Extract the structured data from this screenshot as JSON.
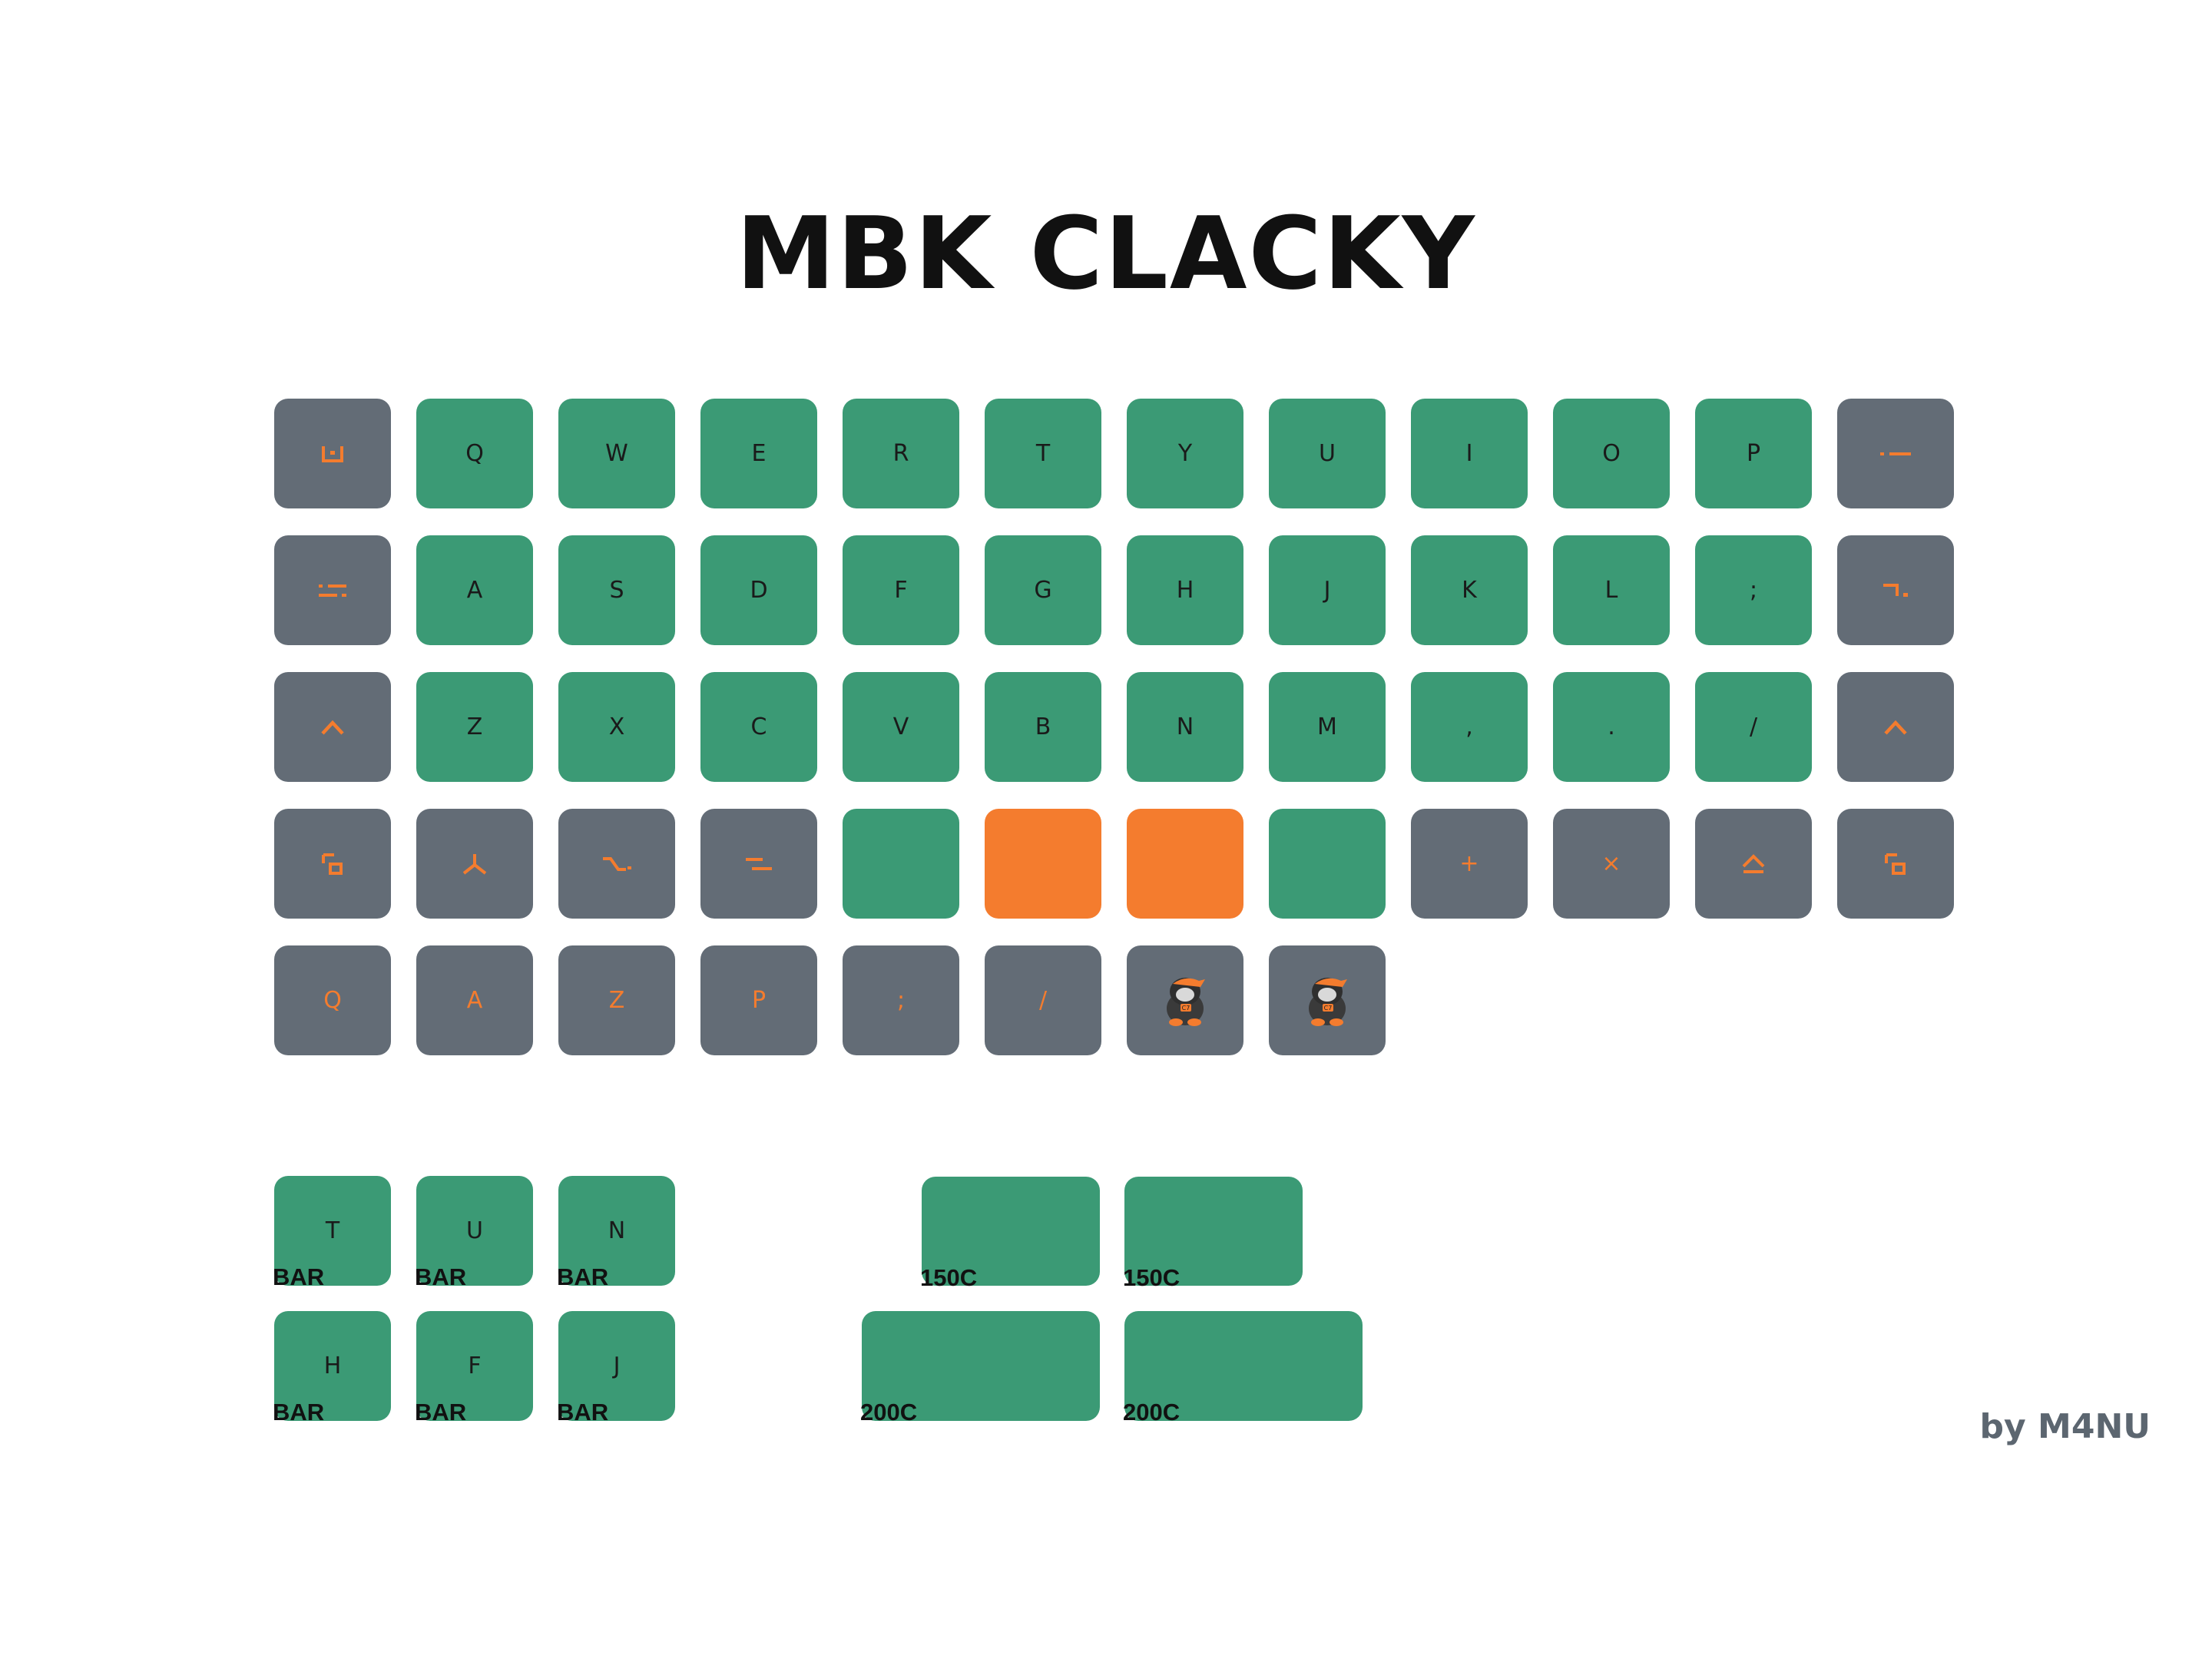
{
  "title": "MBK CLACKY",
  "author": "by M4NU",
  "colors": {
    "green": "#3b9a75",
    "gray": "#636c76",
    "orange": "#f47c2e",
    "legend_dark": "#1a1a1a"
  },
  "rows": [
    [
      {
        "label": "",
        "icon": "bracket-u-icon",
        "color": "gray"
      },
      {
        "label": "Q",
        "color": "green"
      },
      {
        "label": "W",
        "color": "green"
      },
      {
        "label": "E",
        "color": "green"
      },
      {
        "label": "R",
        "color": "green"
      },
      {
        "label": "T",
        "color": "green"
      },
      {
        "label": "Y",
        "color": "green"
      },
      {
        "label": "U",
        "color": "green"
      },
      {
        "label": "I",
        "color": "green"
      },
      {
        "label": "O",
        "color": "green"
      },
      {
        "label": "P",
        "color": "green"
      },
      {
        "label": "",
        "icon": "dot-dash-icon",
        "color": "gray"
      }
    ],
    [
      {
        "label": "",
        "icon": "lines-icon",
        "color": "gray"
      },
      {
        "label": "A",
        "color": "green"
      },
      {
        "label": "S",
        "color": "green"
      },
      {
        "label": "D",
        "color": "green"
      },
      {
        "label": "F",
        "color": "green"
      },
      {
        "label": "G",
        "color": "green"
      },
      {
        "label": "H",
        "color": "green"
      },
      {
        "label": "J",
        "color": "green"
      },
      {
        "label": "K",
        "color": "green"
      },
      {
        "label": "L",
        "color": "green"
      },
      {
        "label": ";",
        "color": "green"
      },
      {
        "label": "",
        "icon": "enter-icon",
        "color": "gray"
      }
    ],
    [
      {
        "label": "",
        "icon": "caret-up-icon",
        "color": "gray"
      },
      {
        "label": "Z",
        "color": "green"
      },
      {
        "label": "X",
        "color": "green"
      },
      {
        "label": "C",
        "color": "green"
      },
      {
        "label": "V",
        "color": "green"
      },
      {
        "label": "B",
        "color": "green"
      },
      {
        "label": "N",
        "color": "green"
      },
      {
        "label": "M",
        "color": "green"
      },
      {
        "label": ",",
        "color": "green"
      },
      {
        "label": ".",
        "color": "green"
      },
      {
        "label": "/",
        "color": "green"
      },
      {
        "label": "",
        "icon": "caret-up-icon",
        "color": "gray"
      }
    ],
    [
      {
        "label": "",
        "icon": "corner-icon",
        "color": "gray"
      },
      {
        "label": "",
        "icon": "tri-branch-icon",
        "color": "gray"
      },
      {
        "label": "",
        "icon": "alt-icon",
        "color": "gray"
      },
      {
        "label": "",
        "icon": "equals-icon",
        "color": "gray"
      },
      {
        "label": "",
        "color": "green"
      },
      {
        "label": "",
        "color": "orange"
      },
      {
        "label": "",
        "color": "orange"
      },
      {
        "label": "",
        "color": "green"
      },
      {
        "label": "+",
        "color": "gray"
      },
      {
        "label": "×",
        "color": "gray"
      },
      {
        "label": "",
        "icon": "eject-icon",
        "color": "gray"
      },
      {
        "label": "",
        "icon": "corner-icon",
        "color": "gray"
      }
    ],
    [
      {
        "label": "Q",
        "color": "gray"
      },
      {
        "label": "A",
        "color": "gray"
      },
      {
        "label": "Z",
        "color": "gray"
      },
      {
        "label": "P",
        "color": "gray"
      },
      {
        "label": ";",
        "color": "gray"
      },
      {
        "label": "/",
        "color": "gray"
      },
      {
        "label": "",
        "icon": "penguin-mascot-icon",
        "color": "gray"
      },
      {
        "label": "",
        "icon": "penguin-mascot-icon",
        "color": "gray"
      }
    ]
  ],
  "extras": [
    {
      "label": "T",
      "sub": "BAR"
    },
    {
      "label": "U",
      "sub": "BAR"
    },
    {
      "label": "N",
      "sub": "BAR"
    },
    {
      "label": "H",
      "sub": "BAR"
    },
    {
      "label": "F",
      "sub": "BAR"
    },
    {
      "label": "J",
      "sub": "BAR"
    }
  ],
  "wide_keys": [
    {
      "sub": "150C"
    },
    {
      "sub": "150C"
    },
    {
      "sub": "200C"
    },
    {
      "sub": "200C"
    }
  ]
}
